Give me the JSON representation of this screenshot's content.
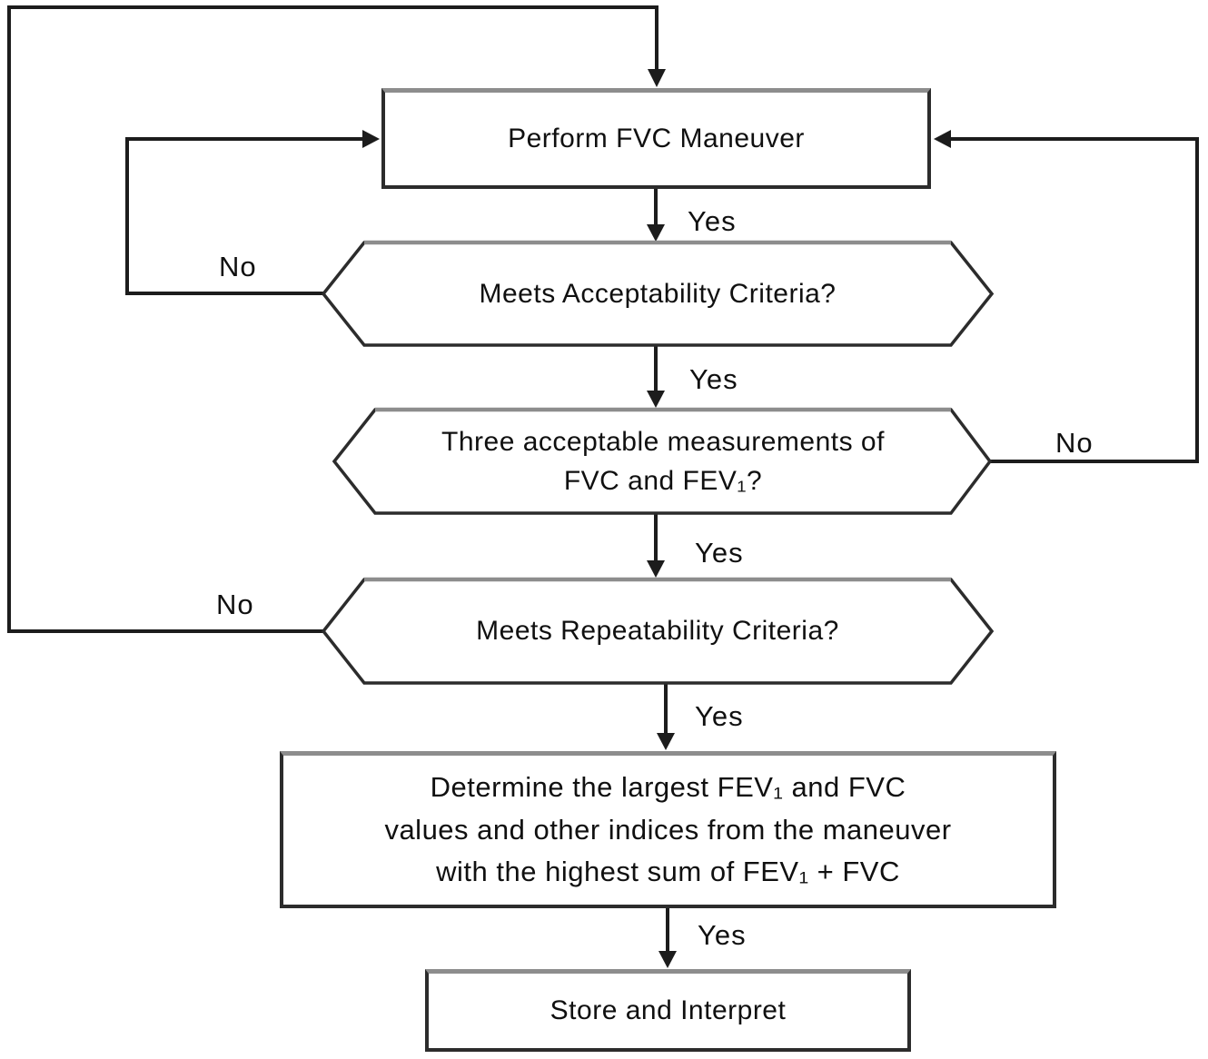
{
  "diagram_type": "flowchart",
  "colors": {
    "line": "#1c1c1c",
    "shape_border": "#2c2c2c",
    "shape_border_top": "#8d8d8d",
    "text": "#101010",
    "background": "#ffffff"
  },
  "nodes": {
    "perform": {
      "type": "process",
      "label": "Perform FVC Maneuver"
    },
    "acceptability": {
      "type": "decision",
      "label": "Meets Acceptability Criteria?"
    },
    "three_acceptable": {
      "type": "decision",
      "line1": "Three acceptable measurements of",
      "line2": "FVC and FEV₁?"
    },
    "repeatability": {
      "type": "decision",
      "label": "Meets Repeatability Criteria?"
    },
    "determine": {
      "type": "process",
      "line1": "Determine the largest FEV₁ and FVC",
      "line2": "values and other indices from the maneuver",
      "line3": "with the highest sum of FEV₁ + FVC"
    },
    "store": {
      "type": "process",
      "label": "Store and Interpret"
    }
  },
  "edges": {
    "to_acceptability": {
      "from": "perform",
      "to": "acceptability",
      "label": "Yes"
    },
    "to_three_acceptable": {
      "from": "acceptability",
      "to": "three_acceptable",
      "label": "Yes"
    },
    "to_repeatability": {
      "from": "three_acceptable",
      "to": "repeatability",
      "label": "Yes"
    },
    "to_determine": {
      "from": "repeatability",
      "to": "determine",
      "label": "Yes"
    },
    "to_store": {
      "from": "determine",
      "to": "store",
      "label": "Yes"
    },
    "acceptability_no": {
      "from": "acceptability",
      "to": "perform",
      "label": "No"
    },
    "three_acceptable_no": {
      "from": "three_acceptable",
      "to": "perform",
      "label": "No"
    },
    "repeatability_no": {
      "from": "repeatability",
      "to": "perform",
      "label": "No"
    }
  }
}
